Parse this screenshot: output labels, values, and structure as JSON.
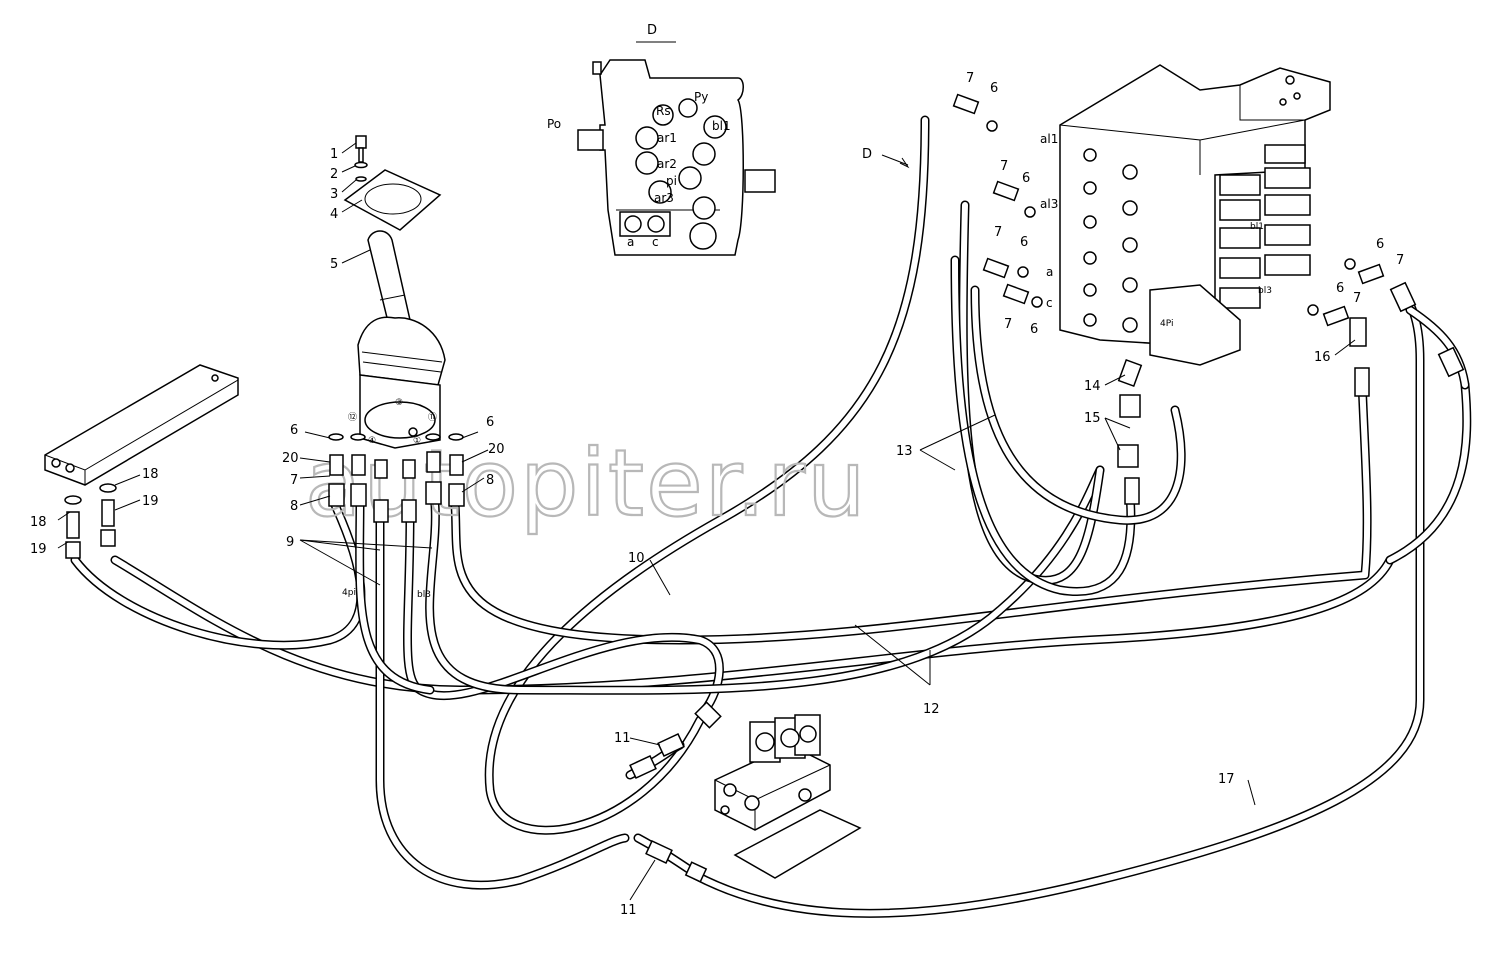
{
  "view": {
    "title": "D",
    "arrow_label": "D"
  },
  "valve_ports": [
    "Po",
    "Rs",
    "Py",
    "ar1",
    "bl1",
    "ar2",
    "pi",
    "ar3",
    "a",
    "c"
  ],
  "block_ports": [
    "al1",
    "al3",
    "a",
    "c",
    "bl1",
    "bl3",
    "4Pi"
  ],
  "hose_marks": [
    "4pi",
    "bl3"
  ],
  "joystick_numbers": [
    "⑫",
    "④",
    "⑪",
    "①",
    "③"
  ],
  "callouts": [
    "1",
    "2",
    "3",
    "4",
    "5",
    "6",
    "7",
    "8",
    "9",
    "10",
    "11",
    "12",
    "13",
    "14",
    "15",
    "16",
    "17",
    "18",
    "19",
    "20"
  ],
  "watermark": "autopiter.ru"
}
